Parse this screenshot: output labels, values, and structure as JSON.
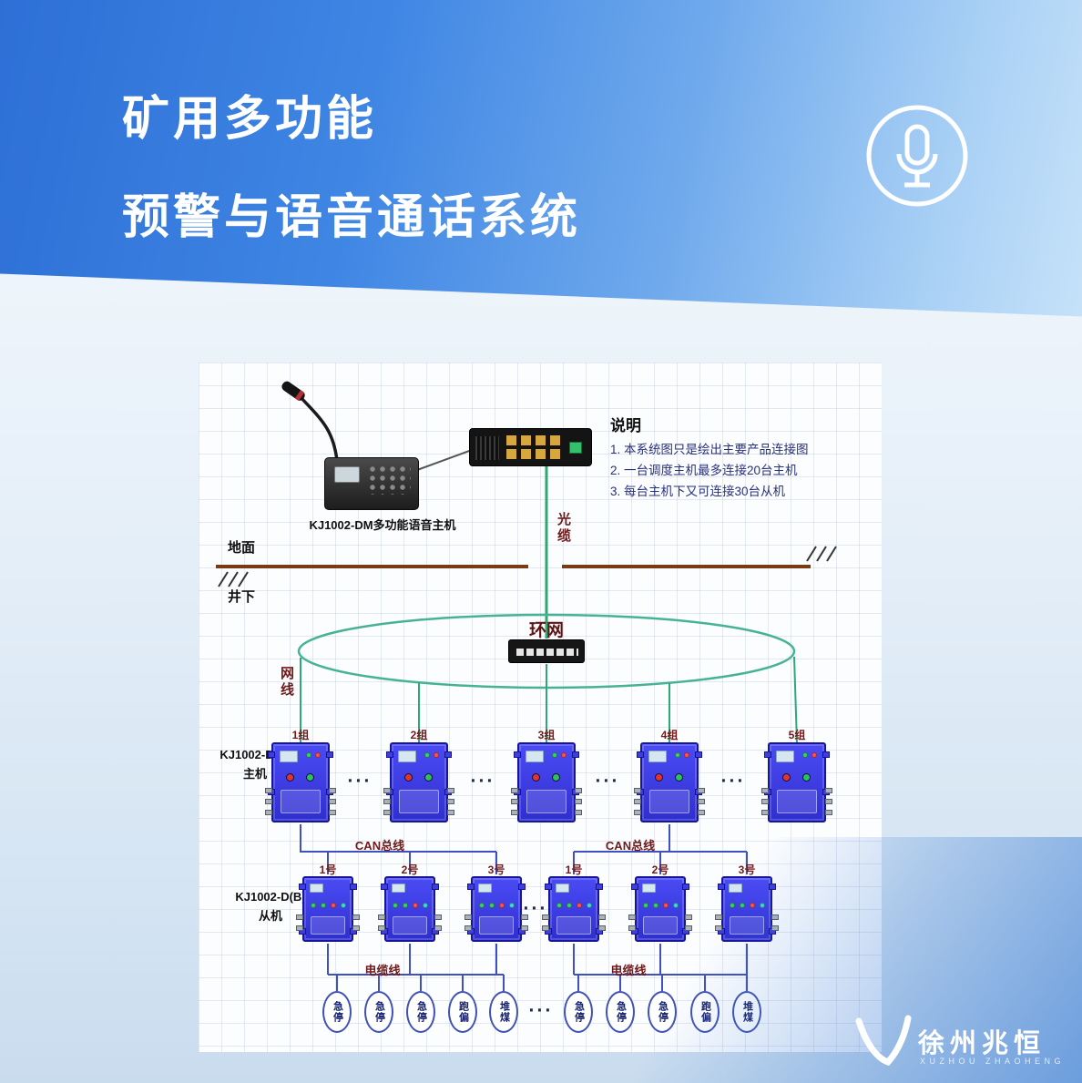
{
  "header": {
    "title_line1": "矿用多功能",
    "title_line2": "预警与语音通话系统"
  },
  "diagram": {
    "console_label": "KJ1002-DM多功能语音主机",
    "notes_title": "说明",
    "notes": [
      "1. 本系统图只是绘出主要产品连接图",
      "2. 一台调度主机最多连接20台主机",
      "3. 每台主机下又可连接30台从机"
    ],
    "optical_cable_label": "光缆",
    "surface_label": "地面",
    "underground_label": "井下",
    "ring_label": "环网",
    "net_cable_label": "网线",
    "host_label_line1": "KJ1002-D(A)",
    "host_label_line2": "主机",
    "host_groups": [
      "1组",
      "2组",
      "3组",
      "4组",
      "5组"
    ],
    "can_bus_label": "CAN总线",
    "slave_label_line1": "KJ1002-D(B)",
    "slave_label_line2": "从机",
    "slave_units": [
      "1号",
      "2号",
      "3号"
    ],
    "cable_line_label": "电缆线",
    "sensor_labels": [
      "急停",
      "急停",
      "急停",
      "跑偏",
      "堆煤"
    ],
    "ellipsis": "···"
  },
  "footer": {
    "brand": "徐州兆恒",
    "brand_sub": "XUZHOU   ZHAOHENG"
  },
  "colors": {
    "header_blue": "#2d6fd6",
    "device_blue": "#3c3cf0",
    "line_green": "#2fa876",
    "line_blue": "#3f51c1",
    "line_brown": "#7a3a12",
    "label_maroon": "#6e1a1a",
    "ring_teal": "#46b394"
  }
}
